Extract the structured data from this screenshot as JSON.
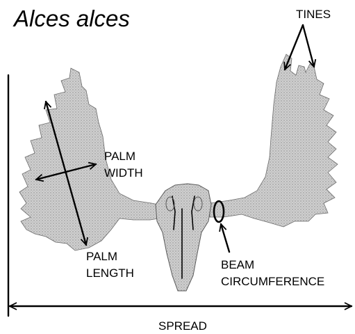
{
  "title": "Alces alces",
  "labels": {
    "tines": "TINES",
    "palm_width_1": "PALM",
    "palm_width_2": "WIDTH",
    "palm_length_1": "PALM",
    "palm_length_2": "LENGTH",
    "beam_1": "BEAM",
    "beam_2": "CIRCUMFERENCE",
    "spread": "SPREAD"
  },
  "colors": {
    "ink": "#000000",
    "antler_fill": "#d2d2d2",
    "background": "#ffffff"
  }
}
